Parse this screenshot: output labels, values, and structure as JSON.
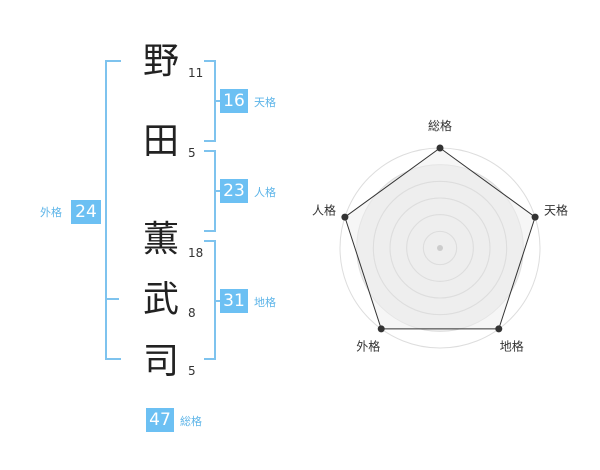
{
  "name": {
    "chars": [
      {
        "char": "野",
        "strokes": "11"
      },
      {
        "char": "田",
        "strokes": "5"
      },
      {
        "char": "薫",
        "strokes": "18"
      },
      {
        "char": "武",
        "strokes": "8"
      },
      {
        "char": "司",
        "strokes": "5"
      }
    ]
  },
  "fortunes": {
    "tenkaku": {
      "value": "16",
      "label": "天格"
    },
    "jinkaku": {
      "value": "23",
      "label": "人格"
    },
    "chikaku": {
      "value": "31",
      "label": "地格"
    },
    "gaikaku": {
      "value": "24",
      "label": "外格"
    },
    "soukaku": {
      "value": "47",
      "label": "総格"
    }
  },
  "chart_data": {
    "type": "radar",
    "axes": [
      "総格",
      "天格",
      "地格",
      "外格",
      "人格"
    ],
    "values": [
      1.0,
      1.0,
      1.0,
      1.0,
      1.0
    ],
    "rings": 5,
    "colors": {
      "line": "#333333",
      "fill": "#eeeeee",
      "ring": "#dddddd",
      "point": "#333333"
    }
  },
  "colors": {
    "bracket": "#7ec3ee",
    "badge": "#6cc0f3",
    "badge_label": "#5cb4e8"
  }
}
